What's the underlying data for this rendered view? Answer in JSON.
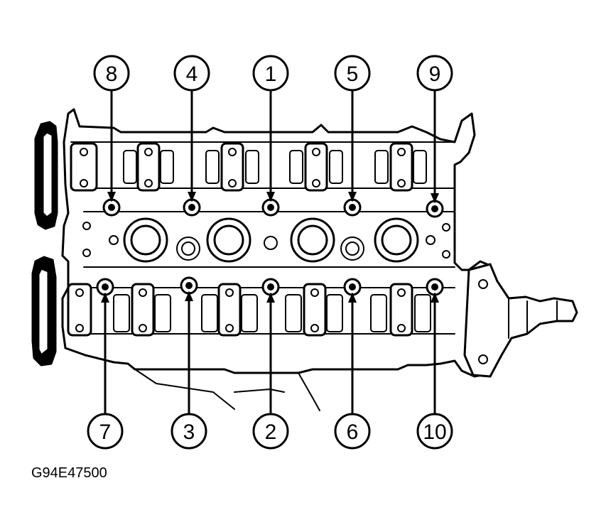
{
  "diagram": {
    "figure_code": "G94E47500",
    "callouts_top": [
      {
        "id": "bolt-8",
        "label": "8"
      },
      {
        "id": "bolt-4",
        "label": "4"
      },
      {
        "id": "bolt-1",
        "label": "1"
      },
      {
        "id": "bolt-5",
        "label": "5"
      },
      {
        "id": "bolt-9",
        "label": "9"
      }
    ],
    "callouts_bottom": [
      {
        "id": "bolt-7",
        "label": "7"
      },
      {
        "id": "bolt-3",
        "label": "3"
      },
      {
        "id": "bolt-2",
        "label": "2"
      },
      {
        "id": "bolt-6",
        "label": "6"
      },
      {
        "id": "bolt-10",
        "label": "10"
      }
    ]
  },
  "colors": {
    "ink": "#000000",
    "paper": "#ffffff"
  }
}
